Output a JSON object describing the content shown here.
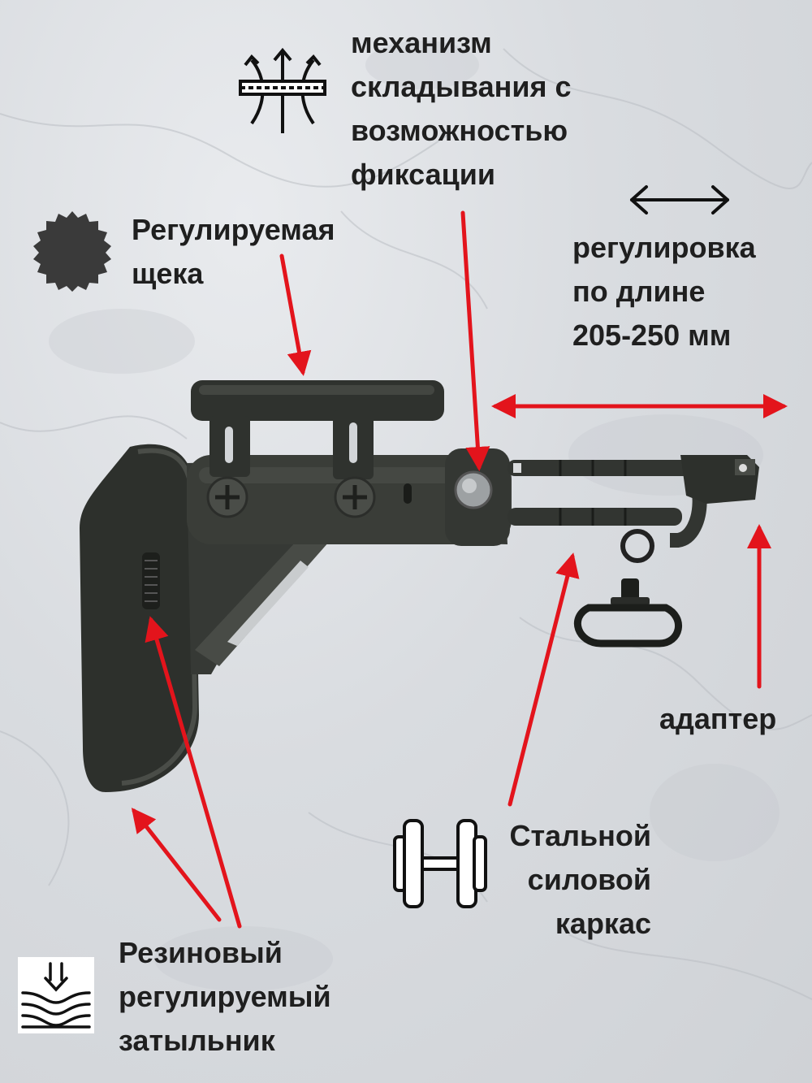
{
  "labels": {
    "folding": [
      "механизм",
      "складывания с",
      "возможностью",
      "фиксации"
    ],
    "cheek": [
      "Регулируемая",
      "щека"
    ],
    "length": [
      "регулировка",
      "по длине",
      "205-250 мм"
    ],
    "adapter": [
      "адаптер"
    ],
    "frame": [
      "Стальной",
      "силовой",
      "каркас"
    ],
    "buttpad": [
      "Резиновый",
      "регулируемый",
      "затыльник"
    ]
  },
  "icons": {
    "folding": "folding-mechanism-icon",
    "cheek": "gear-cog-icon",
    "length": "double-headed-arrow-icon",
    "frame": "dumbbell-icon",
    "buttpad": "cushion-press-icon"
  },
  "colors": {
    "arrow": "#e3141c",
    "text": "#1f1f1f",
    "product": "#3a3d38",
    "background": "#dcdfe3"
  }
}
